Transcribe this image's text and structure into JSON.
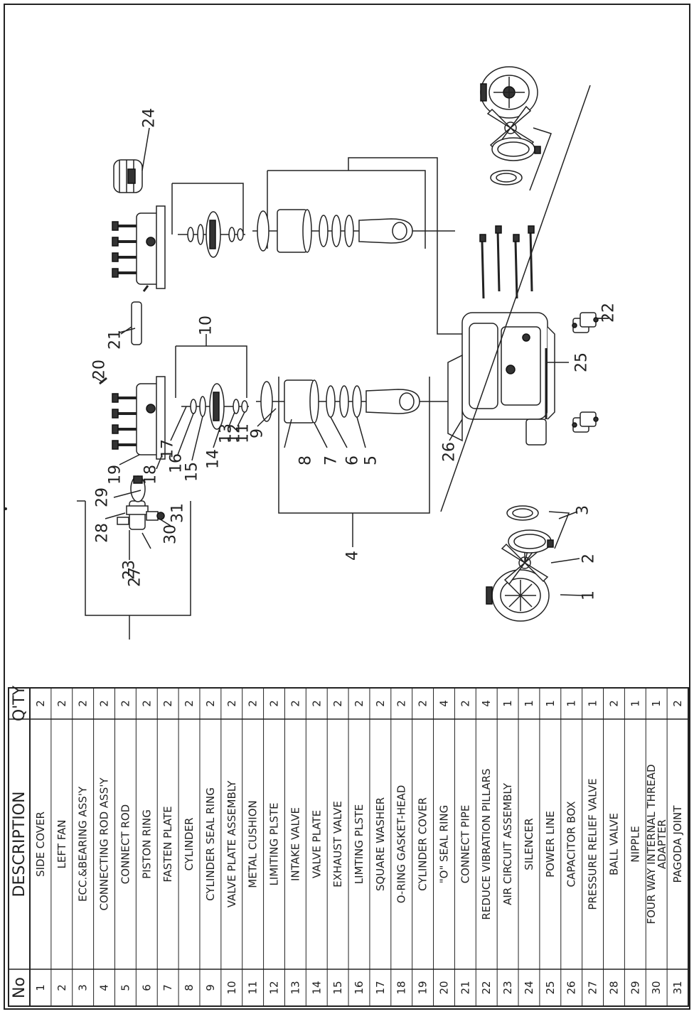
{
  "table": {
    "headers": {
      "no": "No",
      "description": "DESCRIPTION",
      "qty": "Q'TY"
    },
    "rows": [
      {
        "no": "1",
        "description": "SIDE COVER",
        "qty": "2"
      },
      {
        "no": "2",
        "description": "LEFT FAN",
        "qty": "2"
      },
      {
        "no": "3",
        "description": "ECC.&BEARING ASS'Y",
        "qty": "2"
      },
      {
        "no": "4",
        "description": "CONNECTING ROD ASS'Y",
        "qty": "2"
      },
      {
        "no": "5",
        "description": "CONNECT ROD",
        "qty": "2"
      },
      {
        "no": "6",
        "description": "PISTON RING",
        "qty": "2"
      },
      {
        "no": "7",
        "description": "FASTEN PLATE",
        "qty": "2"
      },
      {
        "no": "8",
        "description": "CYLINDER",
        "qty": "2"
      },
      {
        "no": "9",
        "description": "CYLINDER SEAL RING",
        "qty": "2"
      },
      {
        "no": "10",
        "description": "VALVE PLATE ASSEMBLY",
        "qty": "2"
      },
      {
        "no": "11",
        "description": "METAL CUSHION",
        "qty": "2"
      },
      {
        "no": "12",
        "description": "LIMITING PLSTE",
        "qty": "2"
      },
      {
        "no": "13",
        "description": "INTAKE VALVE",
        "qty": "2"
      },
      {
        "no": "14",
        "description": "VALVE PLATE",
        "qty": "2"
      },
      {
        "no": "15",
        "description": "EXHAUST VALVE",
        "qty": "2"
      },
      {
        "no": "16",
        "description": "LIMTING PLSTE",
        "qty": "2"
      },
      {
        "no": "17",
        "description": "SQUARE WASHER",
        "qty": "2"
      },
      {
        "no": "18",
        "description": "O-RING GASKET-HEAD",
        "qty": "2"
      },
      {
        "no": "19",
        "description": "CYLINDER COVER",
        "qty": "2"
      },
      {
        "no": "20",
        "description": "\"O\" SEAL RING",
        "qty": "4"
      },
      {
        "no": "21",
        "description": "CONNECT PIPE",
        "qty": "2"
      },
      {
        "no": "22",
        "description": "REDUCE VIBRATION PILLARS",
        "qty": "4"
      },
      {
        "no": "23",
        "description": "AIR CIRCUIT ASSEMBLY",
        "qty": "1"
      },
      {
        "no": "24",
        "description": "SILENCER",
        "qty": "1"
      },
      {
        "no": "25",
        "description": "POWER LINE",
        "qty": "1"
      },
      {
        "no": "26",
        "description": "CAPACITOR BOX",
        "qty": "1"
      },
      {
        "no": "27",
        "description": "PRESSURE RELIEF VALVE",
        "qty": "1"
      },
      {
        "no": "28",
        "description": "BALL VALVE",
        "qty": "2"
      },
      {
        "no": "29",
        "description": "NIPPLE",
        "qty": "1"
      },
      {
        "no": "30",
        "description": "FOUR WAY INTERNAL THREAD ADAPTER",
        "description_line1": "FOUR WAY INTERNAL THREAD",
        "description_line2": "ADAPTER",
        "qty": "1"
      },
      {
        "no": "31",
        "description": "PAGODA JOINT",
        "qty": "2"
      }
    ]
  },
  "callouts": [
    "1",
    "2",
    "3",
    "4",
    "5",
    "6",
    "7",
    "8",
    "9",
    "10",
    "11",
    "12",
    "13",
    "14",
    "15",
    "16",
    "17",
    "19",
    "18",
    "20",
    "21",
    "22",
    "23",
    "24",
    "25",
    "26",
    "27",
    "28",
    "29",
    "30",
    "31"
  ]
}
